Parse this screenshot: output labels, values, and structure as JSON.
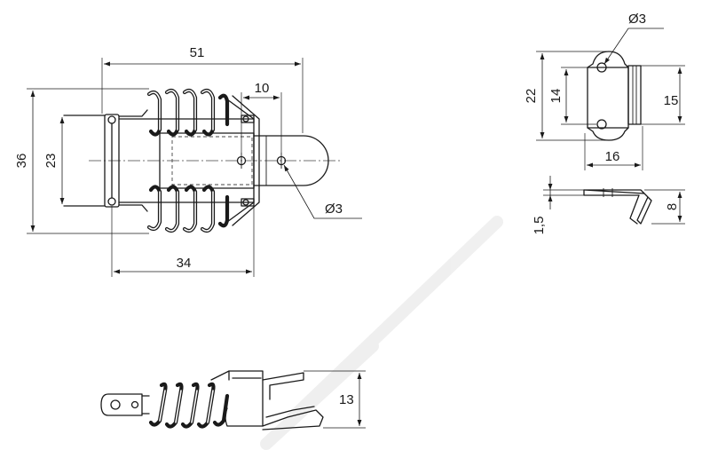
{
  "dimensions": {
    "top_view": {
      "overall_length": "51",
      "hole_spacing": "10",
      "overall_height": "36",
      "pin_height": "23",
      "body_length": "34",
      "hole_diameter": "Ø3"
    },
    "keeper_front": {
      "hole_diameter": "Ø3",
      "height": "22",
      "hole_spacing": "14",
      "width": "15",
      "depth": "16"
    },
    "keeper_side": {
      "thickness": "1,5",
      "height": "8"
    },
    "side_view": {
      "height": "13"
    }
  },
  "colors": {
    "line": "#1a1a1a",
    "background": "#ffffff"
  }
}
